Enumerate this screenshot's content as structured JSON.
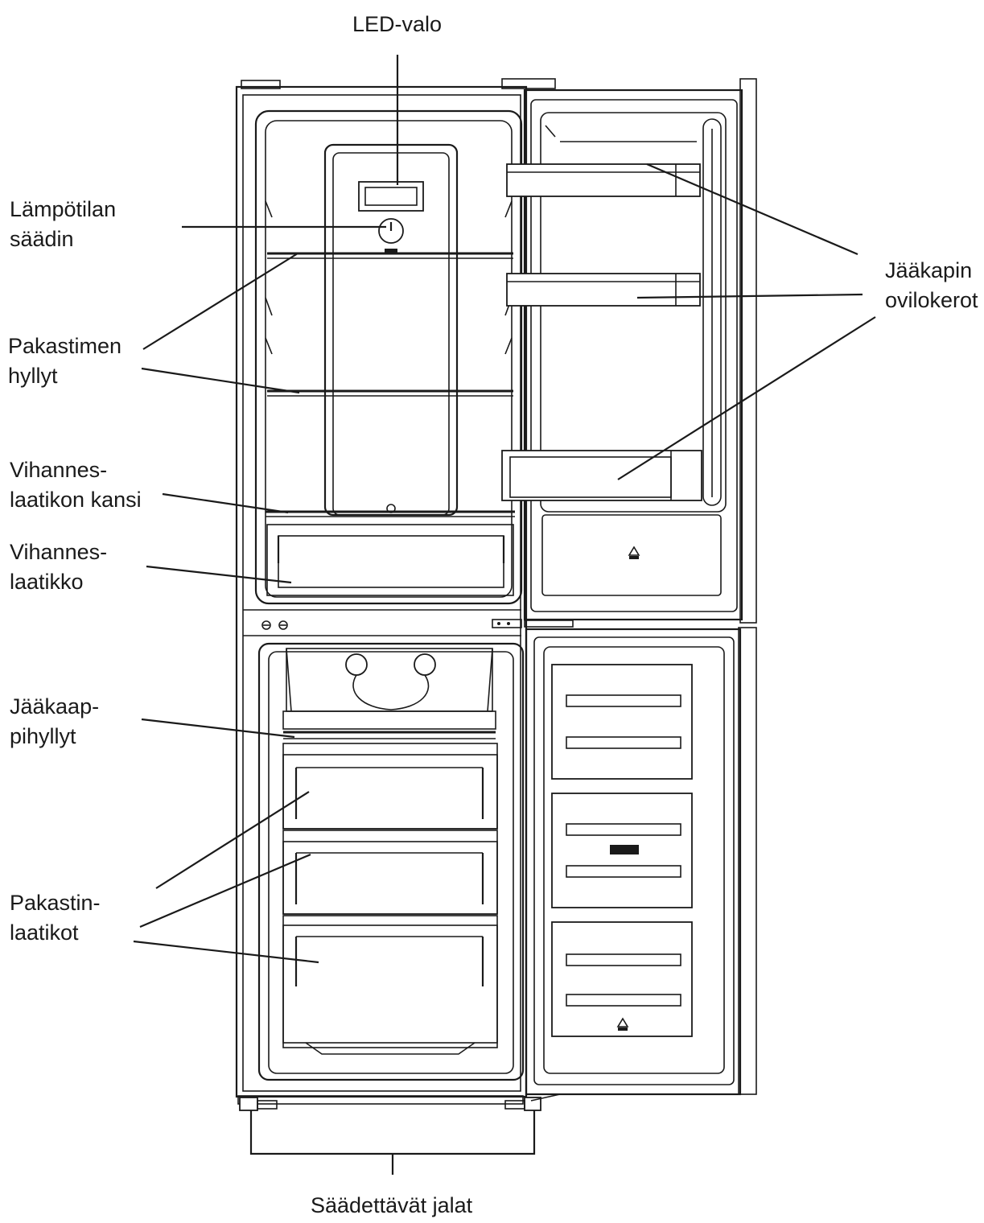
{
  "labels": {
    "led": "LED-valo",
    "temp_1": "Lämpötilan",
    "temp_2": "säädin",
    "freezer_shelves_1": "Pakastimen",
    "freezer_shelves_2": "hyllyt",
    "crisper_cover_1": "Vihannes-",
    "crisper_cover_2": "laatikon kansi",
    "crisper_1": "Vihannes-",
    "crisper_2": "laatikko",
    "fridge_shelves_1": "Jääkaap-",
    "fridge_shelves_2": "pihyllyt",
    "freezer_drawers_1": "Pakastin-",
    "freezer_drawers_2": "laatikot",
    "door_bins_1": "Jääkapin",
    "door_bins_2": "ovilokerot",
    "feet": "Säädettävät jalat"
  }
}
